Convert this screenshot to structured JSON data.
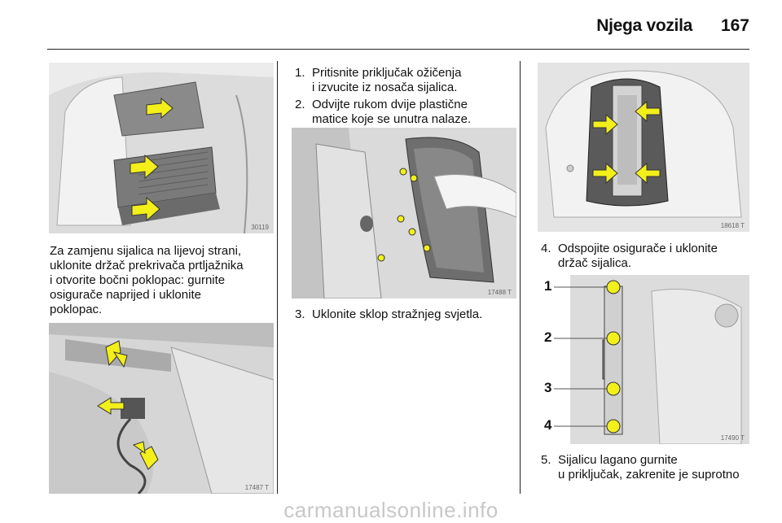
{
  "header": {
    "title": "Njega vozila",
    "page_number": "167"
  },
  "figures": {
    "fig1": "30119",
    "fig2": "17487 T",
    "fig3": "17488 T",
    "fig4": "18618 T",
    "fig5": "17490 T"
  },
  "left": {
    "paragraph_lines": [
      "Za zamjenu sijalica na lijevoj strani,",
      "uklonite držač prekrivača prtljažnika",
      "i otvorite bočni poklopac: gurnite",
      "osigurače naprijed i uklonite",
      "poklopac."
    ]
  },
  "middle": {
    "steps": [
      {
        "num": "1.",
        "lines": [
          "Pritisnite priključak ožičenja",
          "i izvucite iz nosača sijalica."
        ]
      },
      {
        "num": "2.",
        "lines": [
          "Odvijte rukom dvije plastične",
          "matice koje se unutra nalaze."
        ]
      },
      {
        "num": "3.",
        "lines": [
          "Uklonite sklop stražnjeg svjetla."
        ]
      }
    ]
  },
  "right": {
    "steps": [
      {
        "num": "4.",
        "lines": [
          "Odspojite osigurače i uklonite",
          "držač sijalica."
        ]
      },
      {
        "num": "5.",
        "lines": [
          "Sijalicu lagano gurnite",
          "u priključak, zakrenite je suprotno"
        ]
      }
    ],
    "callouts": [
      "1",
      "2",
      "3",
      "4"
    ]
  },
  "watermark": "carmanualsonline.info",
  "colors": {
    "arrow": "#f2ef1a",
    "figure_bg": "#d9d9d9",
    "line": "#222222"
  }
}
